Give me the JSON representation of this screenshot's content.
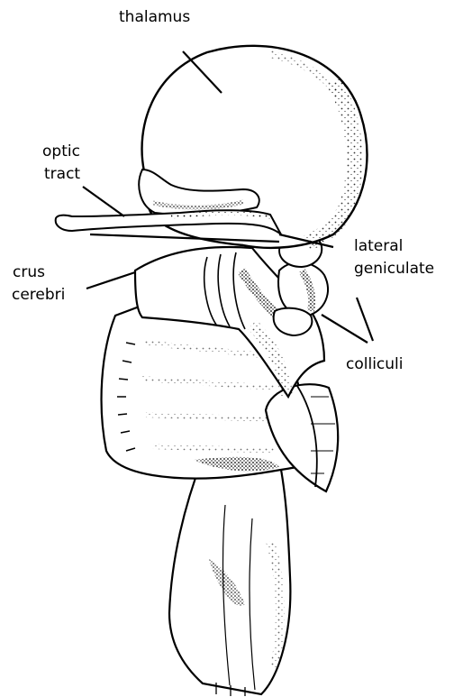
{
  "labels": {
    "thalamus": "thalamus",
    "optic_tract_line1": "optic",
    "optic_tract_line2": "tract",
    "crus_cerebri_line1": "crus",
    "crus_cerebri_line2": "cerebri",
    "lateral_geniculate_line1": "lateral",
    "lateral_geniculate_line2": "geniculate",
    "colliculi": "colliculi"
  },
  "colors": {
    "ink": "#000000",
    "paper": "#ffffff"
  }
}
